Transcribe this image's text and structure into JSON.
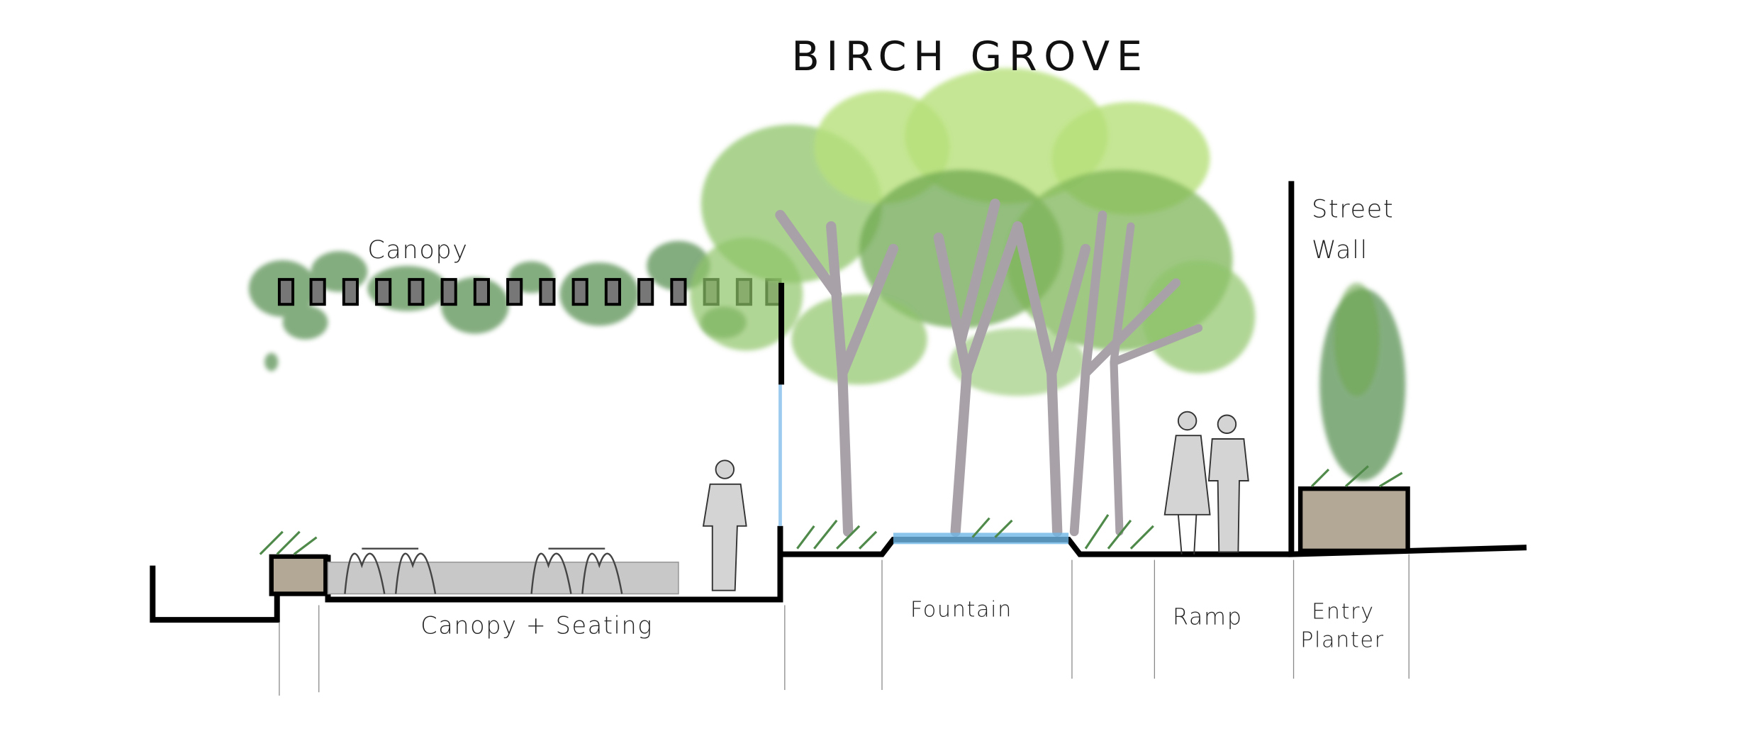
{
  "title": "BIRCH GROVE",
  "labels": {
    "canopy": "Canopy",
    "street_wall_line1": "Street",
    "street_wall_line2": "Wall",
    "canopy_seating": "Canopy + Seating",
    "fountain": "Fountain",
    "ramp": "Ramp",
    "entry_planter_line1": "Entry",
    "entry_planter_line2": "Planter"
  },
  "colors": {
    "foliage_light": "#b6e07a",
    "foliage_mid": "#8fc46a",
    "foliage_dark": "#4f8a4a",
    "trunk": "#a8a2a8",
    "water": "#6fb6e6",
    "planter": "#b3a796"
  }
}
